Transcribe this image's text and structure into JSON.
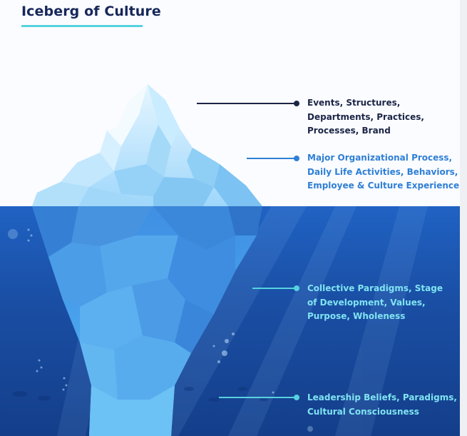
{
  "title": "Iceberg of Culture",
  "levels": [
    {
      "lines": [
        "Events, Structures,",
        "Departments, Practices,",
        "Processes, Brand"
      ],
      "color": "#1c2546"
    },
    {
      "lines": [
        "Major Organizational Process,",
        "Daily Life Activities, Behaviors,",
        "Employee & Culture Experience"
      ],
      "color": "#2f7fd6"
    },
    {
      "lines": [
        "Collective Paradigms, Stage",
        "of Development, Values,",
        "Purpose, Wholeness"
      ],
      "color": "#7fe3f2"
    },
    {
      "lines": [
        "Leadership Beliefs, Paradigms,",
        "Cultural Consciousness"
      ],
      "color": "#7fe3f2"
    }
  ],
  "colors": {
    "title": "#16275a",
    "accent_underline": "#55d2df",
    "connector_top": "#1c2546",
    "connector_visible": "#2f7fd6",
    "connector_below": "#55d2df",
    "water_top": "#2062c3",
    "water_bottom": "#143e8a"
  }
}
